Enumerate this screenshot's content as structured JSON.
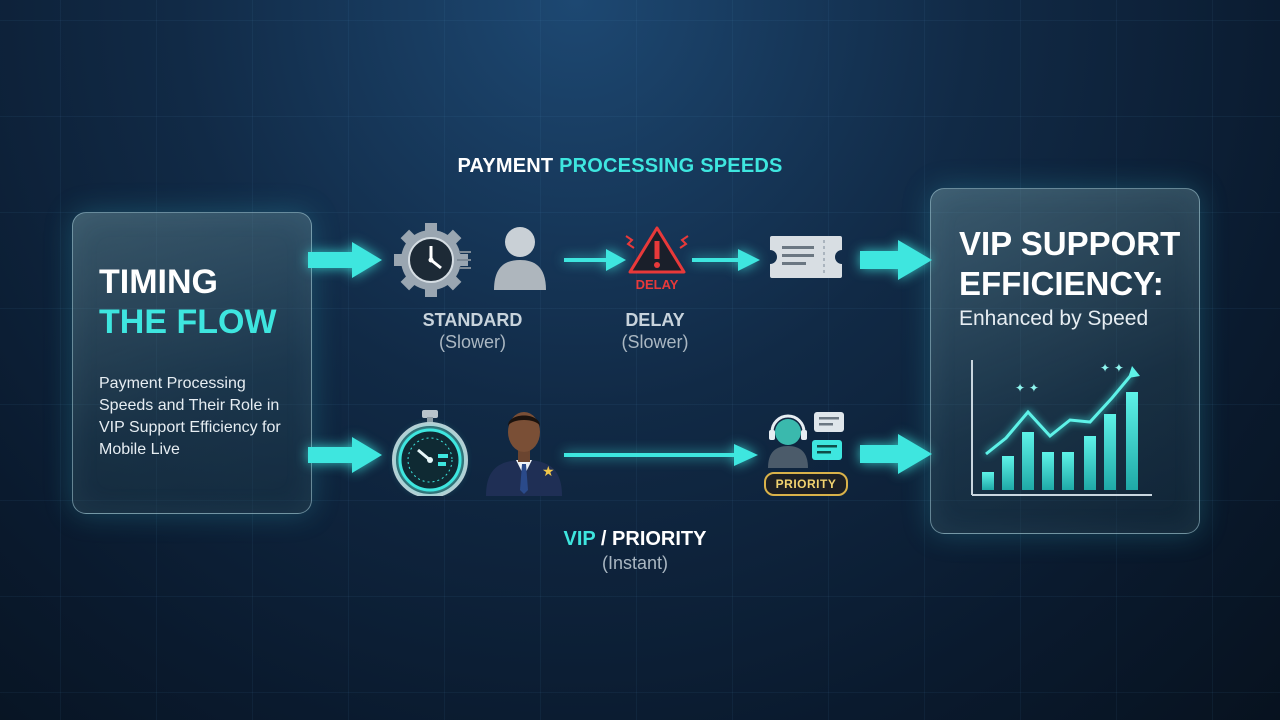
{
  "header": {
    "title_part1": "PAYMENT ",
    "title_part2": "PROCESSING SPEEDS"
  },
  "left_panel": {
    "title_line1": "TIMING",
    "title_line2": "THE FLOW",
    "description": "Payment Processing Speeds and Their Role in VIP Support Efficiency for Mobile Live"
  },
  "standard_row": {
    "standard_label": "STANDARD",
    "standard_sub": "(Slower)",
    "delay_icon_text": "DELAY",
    "delay_label": "DELAY",
    "delay_sub": "(Slower)"
  },
  "vip_row": {
    "badge_text": "PRIORITY",
    "label_part1": "VIP ",
    "label_part2": "/ PRIORITY",
    "sub": "(Instant)"
  },
  "right_panel": {
    "title_line1": "VIP SUPPORT",
    "title_line2": "EFFICIENCY:",
    "subtitle": "Enhanced by Speed"
  },
  "colors": {
    "accent": "#3ee6df",
    "delay_red": "#e8393a",
    "background": "#0f2640"
  },
  "icons": [
    "gear-clock-icon",
    "user-icon",
    "delay-warning-icon",
    "ticket-icon",
    "stopwatch-icon",
    "vip-agent-icon",
    "support-agent-icon",
    "growth-chart-icon"
  ]
}
